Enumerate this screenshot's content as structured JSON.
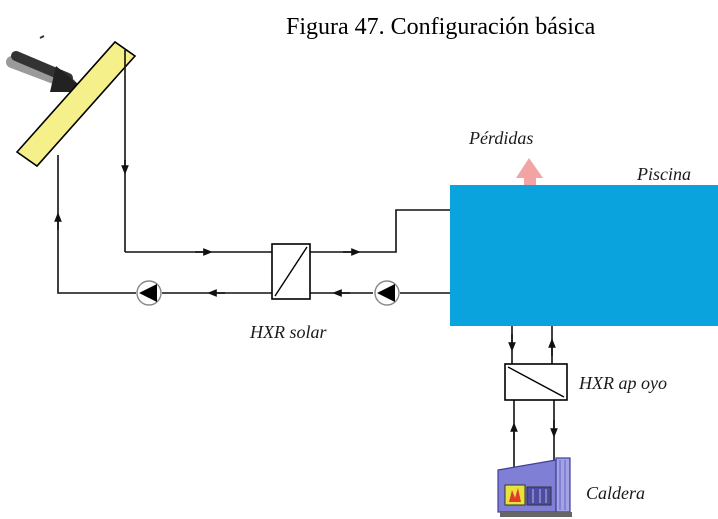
{
  "title": "Figura 47. Configuración básica",
  "labels": {
    "losses": "Pérdidas",
    "pool": "Piscina",
    "solar_exchanger": "HXR solar",
    "backup_exchanger": "HXR ap oyo",
    "boiler": "Caldera"
  },
  "colors": {
    "pool": "#0aa3de",
    "solar_panel": "#f5f08a",
    "losses_arrow": "#f2a3a3",
    "boiler": "#7f7fd6",
    "pipe": "#111111"
  },
  "icons": {
    "sun_rays": "sun-rays-arrow-icon",
    "pump": "pump-icon",
    "heat_exchanger": "heat-exchanger-icon",
    "boiler": "boiler-icon"
  }
}
